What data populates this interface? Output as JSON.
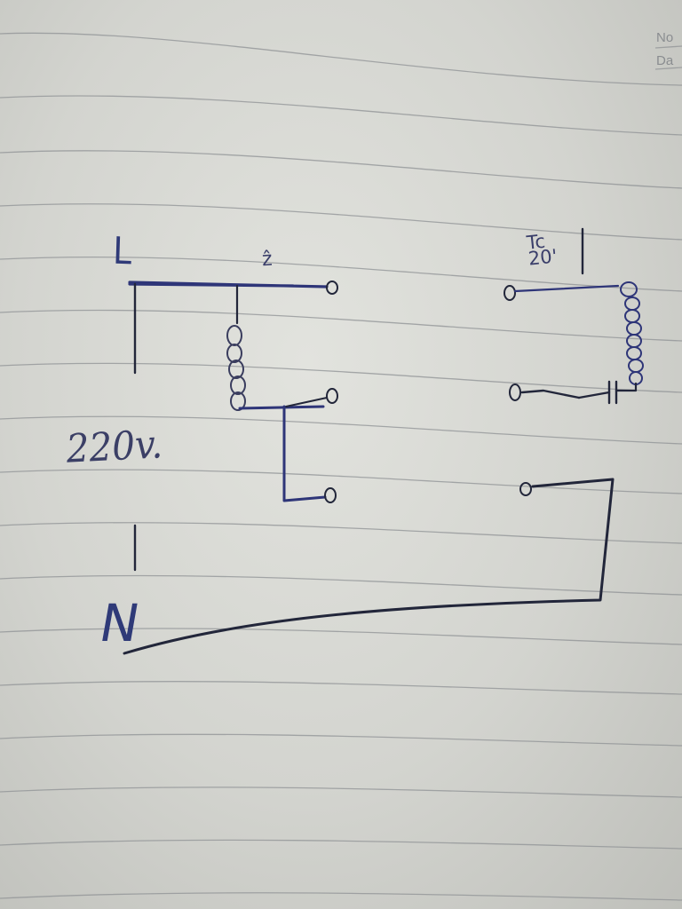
{
  "page": {
    "header_no_label": "No",
    "header_date_label": "Da"
  },
  "diagram": {
    "live_label": "L",
    "neutral_label": "N",
    "voltage_label": "220v.",
    "coil_note": "ẑ",
    "timer_note": "Tc\n20'"
  },
  "colors": {
    "paper": "#dcddd8",
    "ruled_line": "#8f9295",
    "ink_blue": "#2e3578",
    "ink_dark": "#22263a"
  }
}
